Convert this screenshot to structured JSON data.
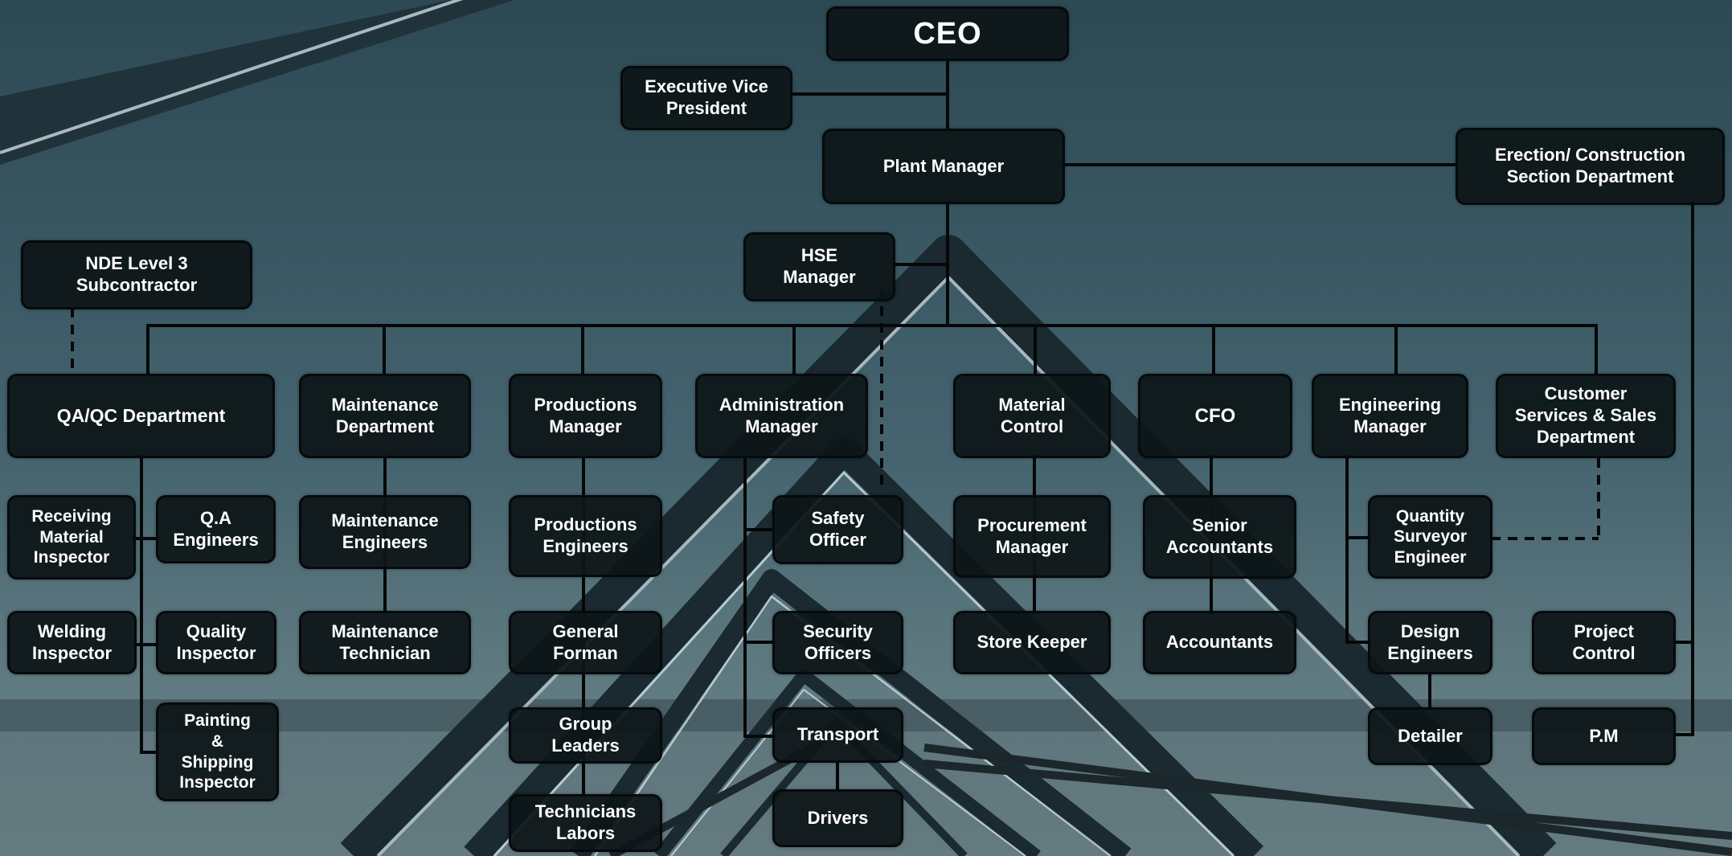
{
  "colors": {
    "node_fill": "#0d1518",
    "line": "#050808",
    "text": "#ffffff"
  },
  "nodes": {
    "ceo": "CEO",
    "evp": "Executive Vice\nPresident",
    "plant_manager": "Plant Manager",
    "erection": "Erection/ Construction\nSection Department",
    "hse": "HSE\nManager",
    "nde": "NDE Level 3\nSubcontractor",
    "qaqc": "QA/QC Department",
    "maintenance_dept": "Maintenance\nDepartment",
    "productions_manager": "Productions\nManager",
    "administration_manager": "Administration\nManager",
    "material_control": "Material\nControl",
    "cfo": "CFO",
    "engineering_manager": "Engineering\nManager",
    "customer_services": "Customer\nServices & Sales\nDepartment",
    "receiving_inspector": "Receiving\nMaterial\nInspector",
    "qa_engineers": "Q.A\nEngineers",
    "welding_inspector": "Welding\nInspector",
    "quality_inspector": "Quality\nInspector",
    "painting_inspector": "Painting\n&\nShipping\nInspector",
    "maintenance_engineers": "Maintenance\nEngineers",
    "maintenance_technician": "Maintenance\nTechnician",
    "productions_engineers": "Productions\nEngineers",
    "general_forman": "General\nForman",
    "group_leaders": "Group\nLeaders",
    "technicians_labors": "Technicians\nLabors",
    "safety_officer": "Safety\nOfficer",
    "security_officers": "Security\nOfficers",
    "transport": "Transport",
    "drivers": "Drivers",
    "procurement_manager": "Procurement\nManager",
    "store_keeper": "Store Keeper",
    "senior_accountants": "Senior\nAccountants",
    "accountants": "Accountants",
    "quantity_surveyor": "Quantity\nSurveyor\nEngineer",
    "design_engineers": "Design\nEngineers",
    "detailer": "Detailer",
    "project_control": "Project\nControl",
    "pm": "P.M"
  }
}
